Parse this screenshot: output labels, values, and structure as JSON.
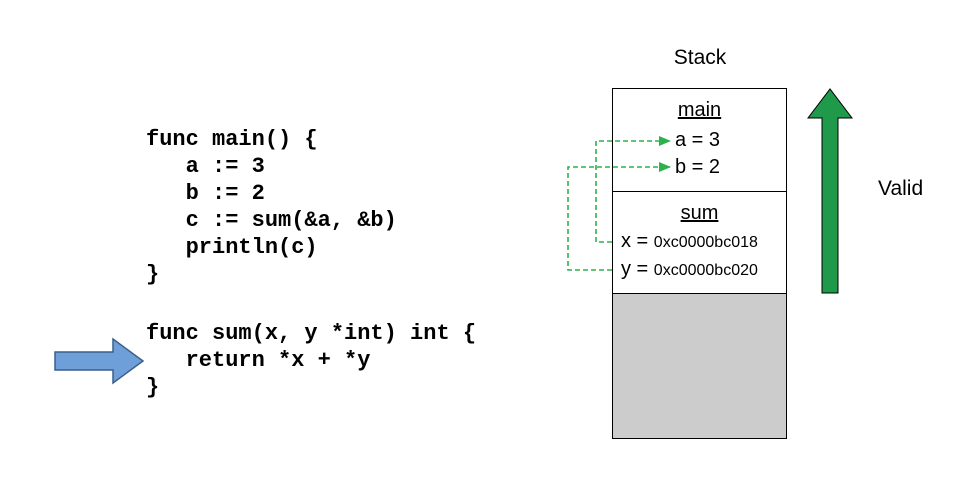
{
  "code": {
    "main_lines": [
      "func main() {",
      "   a := 3",
      "   b := 2",
      "   c := sum(&a, &b)",
      "   println(c)",
      "}"
    ],
    "sum_lines": [
      "func sum(x, y *int) int {",
      "   return *x + *y",
      "}"
    ]
  },
  "stack": {
    "title": "Stack",
    "frames": [
      {
        "name": "main",
        "vars": [
          "a = 3",
          "b = 2"
        ]
      },
      {
        "name": "sum",
        "vars": [
          {
            "name": "x = ",
            "value": "0xc0000bc018"
          },
          {
            "name": "y = ",
            "value": "0xc0000bc020"
          }
        ]
      }
    ],
    "unused_fill": "#cccccc"
  },
  "valid_label": "Valid",
  "colors": {
    "pointer_arrows": "#2bb24c",
    "valid_arrow": "#1e9a4a",
    "execution_arrow": "#6f9fd8"
  }
}
